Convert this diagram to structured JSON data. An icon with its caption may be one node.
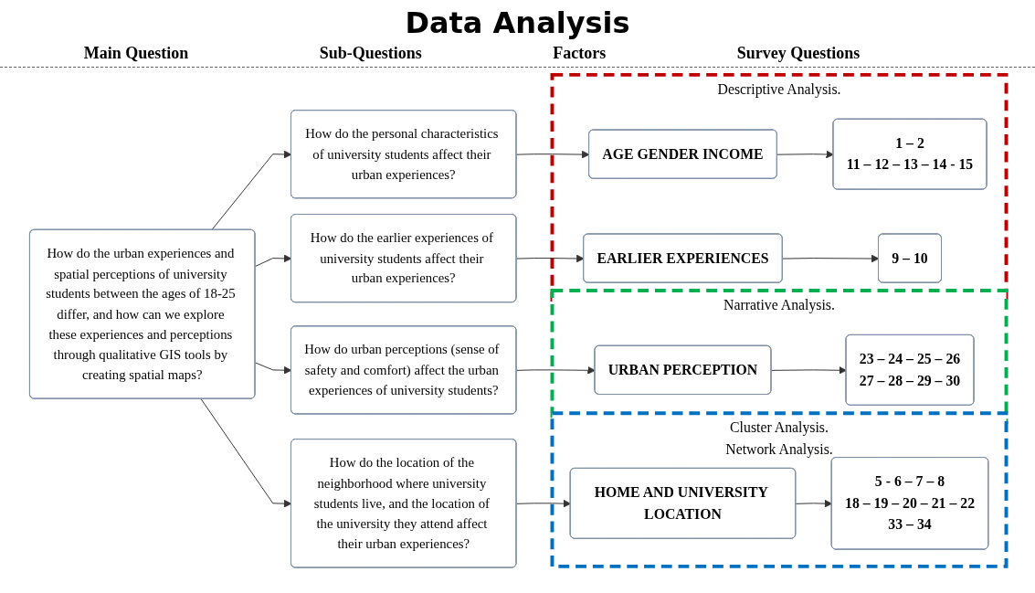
{
  "diagram": {
    "title": "Data Analysis",
    "nodes": [
      {
        "text": [
          "How do the urban experiences and spatial perceptions of university students between the ages of 18-25 differ, and how can we explore these experiences and perceptions through qualitative GIS tools by creating spatial maps?"
        ]
      },
      {
        "text": [
          "How do the personal characteristics of university students affect their urban experiences?"
        ]
      },
      {
        "text": [
          "How do the earlier experiences of university students affect their urban experiences?"
        ]
      },
      {
        "text": [
          "How do urban perceptions (sense of safety and comfort) affect the urban experiences of university students?"
        ]
      },
      {
        "text": [
          "How do the location of the neighborhood where university students live, and the location of the university they attend affect their urban experiences?"
        ]
      },
      {
        "text": [],
        "shape": "box",
        "beside": [
          "Descriptive Analysis."
        ]
      },
      {
        "text": [
          "AGE GENDER INCOME"
        ],
        "in": 5
      },
      {
        "text": [
          "1 – 2",
          "11 – 12 – 13 – 14 - 15"
        ],
        "in": 5
      },
      {
        "text": [
          "EARLIER EXPERIENCES"
        ],
        "in": 5
      },
      {
        "text": [
          "9 – 10"
        ],
        "in": 5
      },
      {
        "text": [],
        "shape": "box",
        "beside": [
          "Narrative Analysis."
        ]
      },
      {
        "text": [
          "URBAN PERCEPTION"
        ],
        "in": 10
      },
      {
        "text": [
          "23 – 24 – 25 – 26",
          "27 – 28 – 29 – 30"
        ],
        "in": 10
      },
      {
        "text": [],
        "shape": "box",
        "beside": [
          "Cluster Analysis.",
          "Network Analysis."
        ]
      },
      {
        "text": [
          "HOME AND UNIVERSITY LOCATION"
        ],
        "in": 13
      },
      {
        "text": [
          "5 - 6 – 7 – 8",
          "18 – 19 – 20 – 21 – 22",
          "33 – 34"
        ],
        "in": 13
      }
    ],
    "edges": [
      {
        "from": 0,
        "to": 1,
        "arrow": "to"
      },
      {
        "from": 0,
        "to": 2,
        "arrow": "to"
      },
      {
        "from": 0,
        "to": 3,
        "arrow": "to"
      },
      {
        "from": 0,
        "to": 4,
        "arrow": "to"
      },
      {
        "from": 1,
        "to": 6,
        "arrow": "to"
      },
      {
        "from": 2,
        "to": 8,
        "arrow": "to"
      },
      {
        "from": 3,
        "to": 11,
        "arrow": "to"
      },
      {
        "from": 4,
        "to": 14,
        "arrow": "to"
      },
      {
        "from": 6,
        "to": 7,
        "arrow": "to"
      },
      {
        "from": 8,
        "to": 9,
        "arrow": "to"
      },
      {
        "from": 11,
        "to": 12,
        "arrow": "to"
      },
      {
        "from": 14,
        "to": 15,
        "arrow": "to"
      }
    ],
    "labels": [
      "Main Question",
      "Sub-Questions",
      "Factors",
      "Survey Questions"
    ]
  }
}
